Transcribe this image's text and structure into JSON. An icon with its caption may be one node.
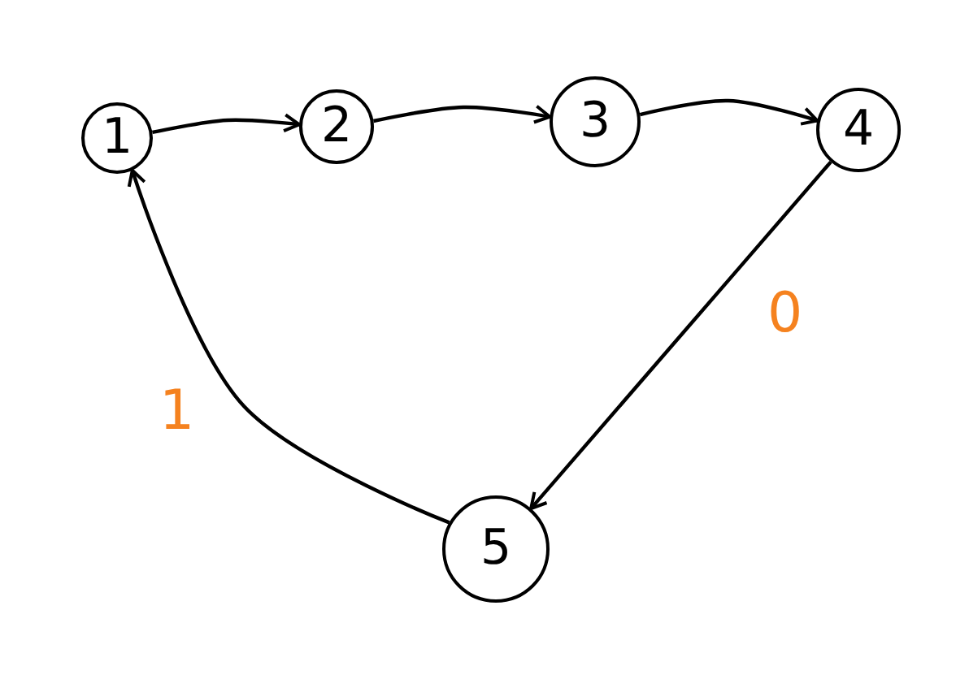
{
  "diagram": {
    "nodes": [
      {
        "text": [
          "1"
        ]
      },
      {
        "text": [
          "2"
        ]
      },
      {
        "text": [
          "3"
        ]
      },
      {
        "text": [
          "4"
        ]
      },
      {
        "text": [
          "5"
        ]
      }
    ],
    "edges": [
      {
        "from": 0,
        "to": 1,
        "arrow": "to"
      },
      {
        "from": 1,
        "to": 2,
        "arrow": "to"
      },
      {
        "from": 2,
        "to": 3,
        "arrow": "to"
      },
      {
        "from": 3,
        "to": 4,
        "arrow": "to",
        "label": "0"
      },
      {
        "from": 4,
        "to": 0,
        "arrow": "to",
        "label": "1"
      }
    ]
  }
}
